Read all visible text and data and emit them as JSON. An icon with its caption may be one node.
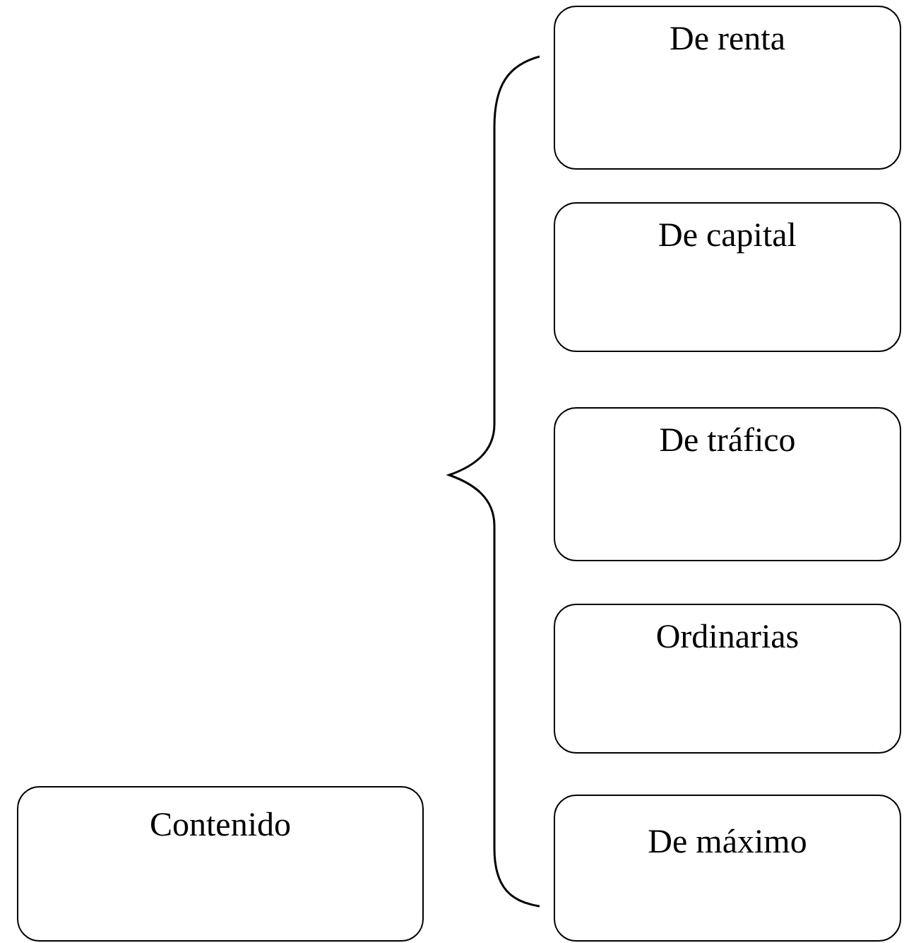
{
  "diagram": {
    "nodes": [
      {
        "text": [
          "De renta"
        ]
      },
      {
        "text": [
          "De capital"
        ]
      },
      {
        "text": [
          "De tráfico"
        ]
      },
      {
        "text": [
          "Ordinarias"
        ]
      },
      {
        "text": [
          "De máximo"
        ]
      },
      {
        "text": [
          "Contenido"
        ]
      }
    ]
  }
}
